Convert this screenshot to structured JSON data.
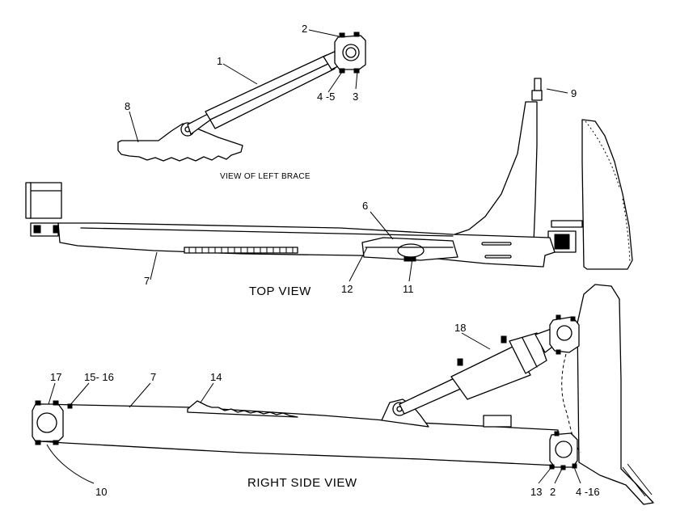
{
  "captions": {
    "left_brace": "VIEW OF LEFT BRACE",
    "top_view": "TOP VIEW",
    "right_side_view": "RIGHT SIDE VIEW"
  },
  "callouts": {
    "c1": "1",
    "c2_top": "2",
    "c3": "3",
    "c4_5": "4 -5",
    "c8": "8",
    "c9": "9",
    "c6": "6",
    "c7_top": "7",
    "c12": "12",
    "c11": "11",
    "c18": "18",
    "c17": "17",
    "c15_16": "15- 16",
    "c7_side": "7",
    "c14": "14",
    "c10": "10",
    "c13": "13",
    "c2_side": "2",
    "c4_16": "4 -16"
  }
}
